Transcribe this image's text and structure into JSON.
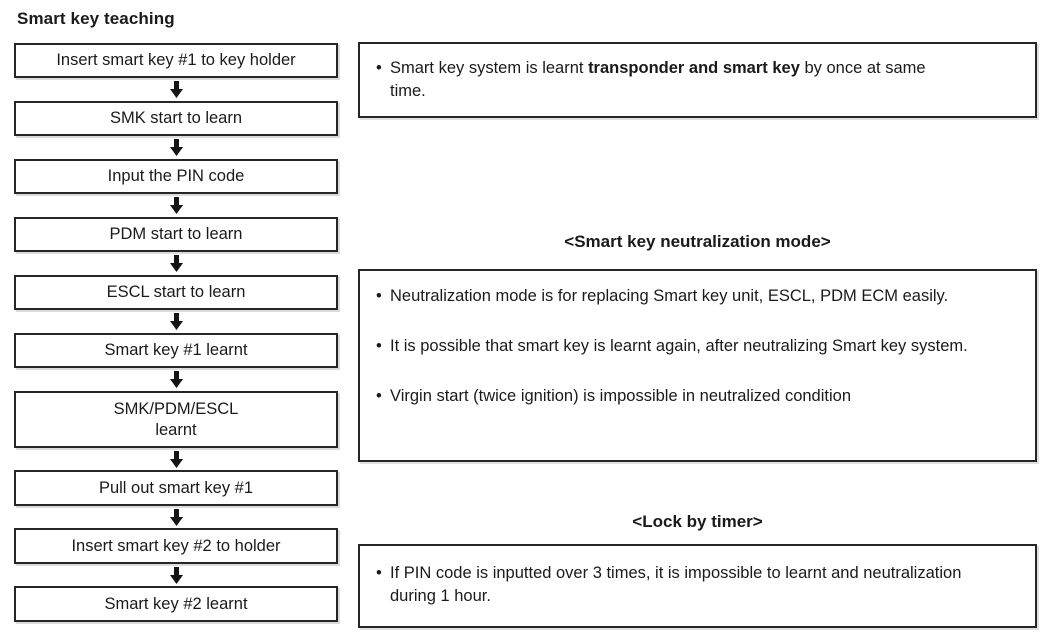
{
  "title": "Smart key teaching",
  "icons": {
    "flow_connector": "down-arrow-icon"
  },
  "flow": {
    "steps": [
      "Insert smart key #1 to key holder",
      "SMK start to learn",
      "Input the PIN code",
      "PDM start to learn",
      "ESCL start to learn",
      "Smart key #1 learnt",
      "SMK/PDM/ESCL\nlearnt",
      "Pull out smart key #1",
      "Insert smart key #2 to holder",
      "Smart key #2 learnt"
    ]
  },
  "notes": {
    "top": {
      "bullet_pre": "Smart key system is learnt ",
      "bullet_bold": "transponder and smart key",
      "bullet_post": " by once at same  time."
    },
    "neutralization": {
      "heading": "<Smart key neutralization mode>",
      "bullets": [
        "Neutralization mode is for replacing Smart key unit, ESCL, PDM ECM easily.",
        "It is possible that smart key is learnt again, after neutralizing Smart key system.",
        "Virgin start (twice ignition) is impossible in neutralized condition"
      ]
    },
    "lock_by_timer": {
      "heading": "<Lock by timer>",
      "bullets": [
        "If PIN code is inputted over 3 times, it is impossible to learnt and neutralization during 1 hour."
      ]
    }
  },
  "bullet_glyph": "•"
}
